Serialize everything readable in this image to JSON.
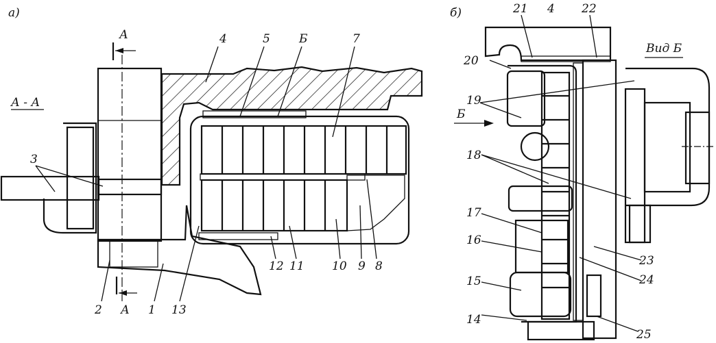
{
  "figure_a": {
    "letter": "а)",
    "section_label": "А - А",
    "section_mark": "А",
    "numbers": [
      "1",
      "2",
      "3",
      "4",
      "5",
      "Б",
      "7",
      "8",
      "9",
      "10",
      "11",
      "12",
      "13"
    ]
  },
  "figure_b": {
    "letter": "б)",
    "view_label": "Вид Б",
    "arrow_label": "Б",
    "numbers": [
      "14",
      "15",
      "16",
      "17",
      "18",
      "19",
      "20",
      "21",
      "4",
      "22",
      "23",
      "24",
      "25"
    ]
  }
}
